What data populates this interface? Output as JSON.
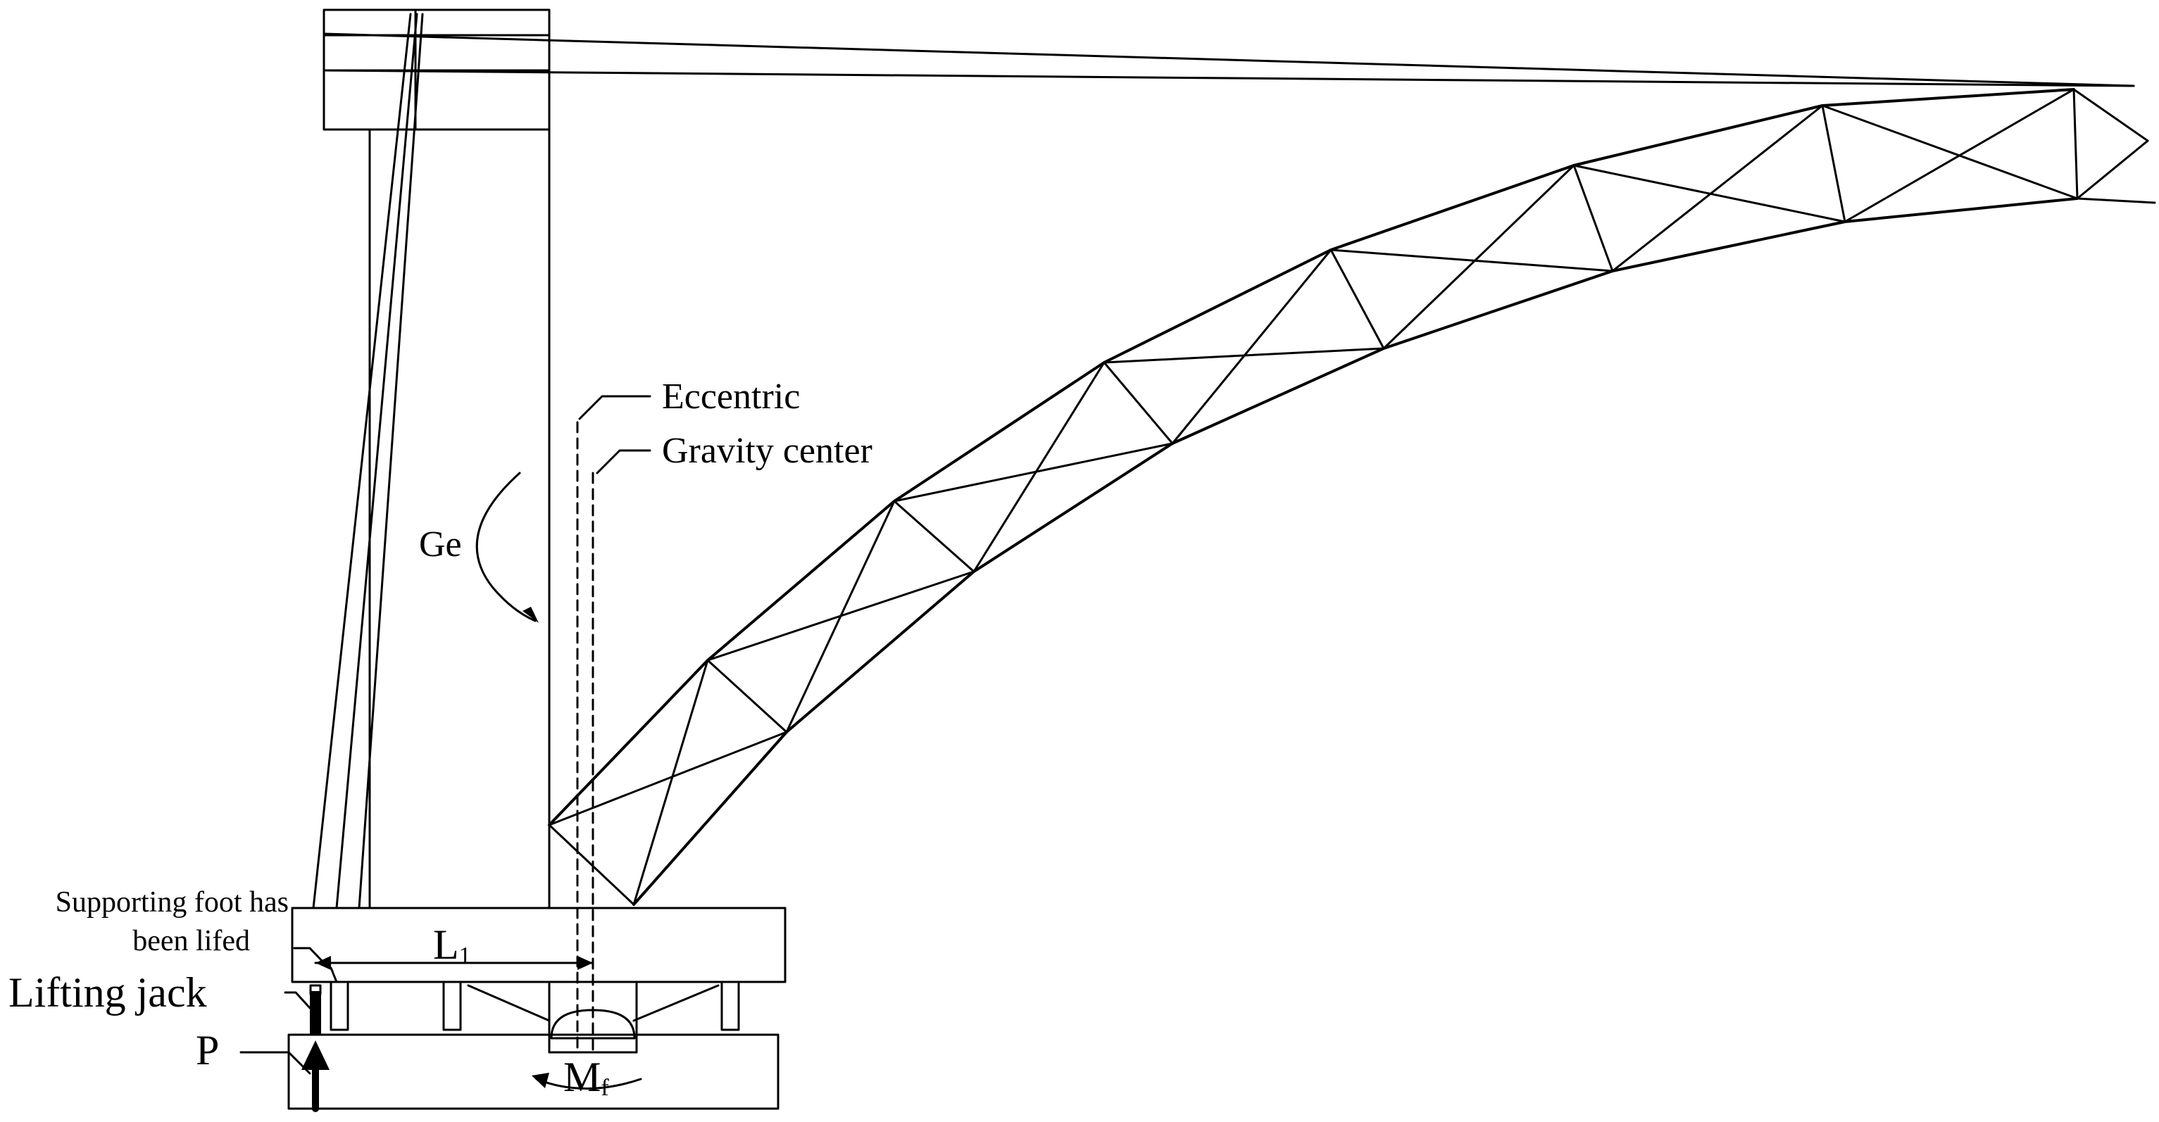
{
  "labels": {
    "eccentric": "Eccentric",
    "gravity_center": "Gravity center",
    "ge": "Ge",
    "supporting_foot_line1": "Supporting foot has",
    "supporting_foot_line2": "been lifed",
    "lifting_jack": "Lifting jack",
    "p": "P",
    "l": "L",
    "l_sub": "1",
    "m": "M",
    "m_sub": "f"
  }
}
